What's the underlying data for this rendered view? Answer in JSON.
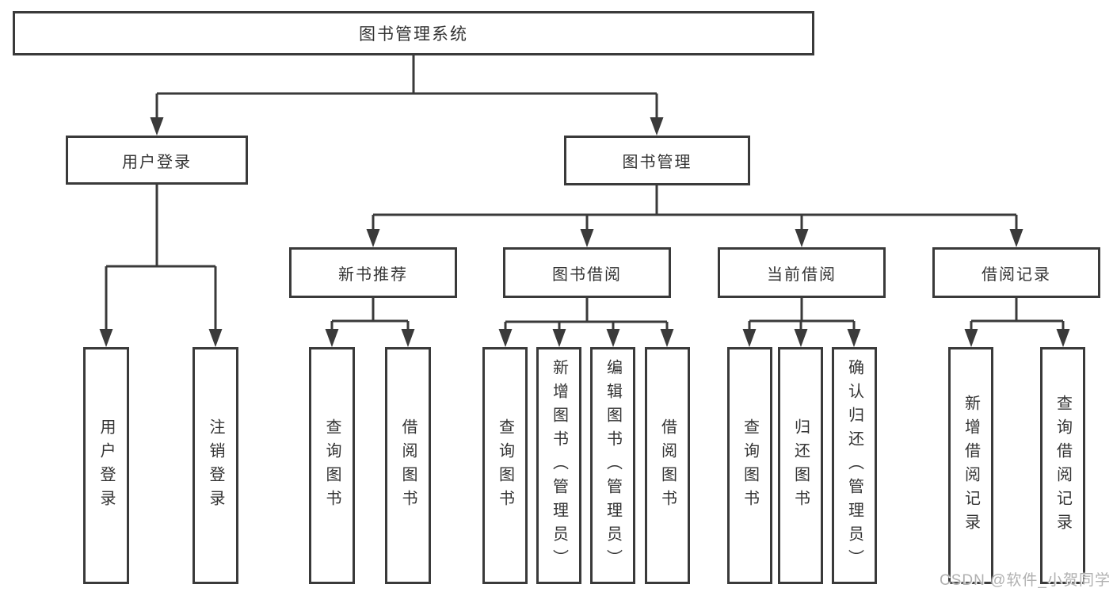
{
  "colors": {
    "line": "#3a3a3a",
    "box_border": "#3a3a3a",
    "box_bg": "#ffffff",
    "text": "#333333",
    "watermark": "#b0b0b0"
  },
  "diagram": {
    "root": {
      "label": "图书管理系统"
    },
    "level2": [
      {
        "label": "用户登录"
      },
      {
        "label": "图书管理"
      }
    ],
    "level3": [
      {
        "label": "新书推荐"
      },
      {
        "label": "图书借阅"
      },
      {
        "label": "当前借阅"
      },
      {
        "label": "借阅记录"
      }
    ],
    "leaves": {
      "login": [
        {
          "label": "用户登录"
        },
        {
          "label": "注销登录"
        }
      ],
      "recommend": [
        {
          "label": "查询图书"
        },
        {
          "label": "借阅图书"
        }
      ],
      "borrow": [
        {
          "label": "查询图书"
        },
        {
          "label": "新增图书（管理员）"
        },
        {
          "label": "编辑图书（管理员）"
        },
        {
          "label": "借阅图书"
        }
      ],
      "current": [
        {
          "label": "查询图书"
        },
        {
          "label": "归还图书"
        },
        {
          "label": "确认归还（管理员）"
        }
      ],
      "records": [
        {
          "label": "新增借阅记录"
        },
        {
          "label": "查询借阅记录"
        }
      ]
    }
  },
  "watermark": {
    "text": "CSDN @软件_小贺同学"
  }
}
